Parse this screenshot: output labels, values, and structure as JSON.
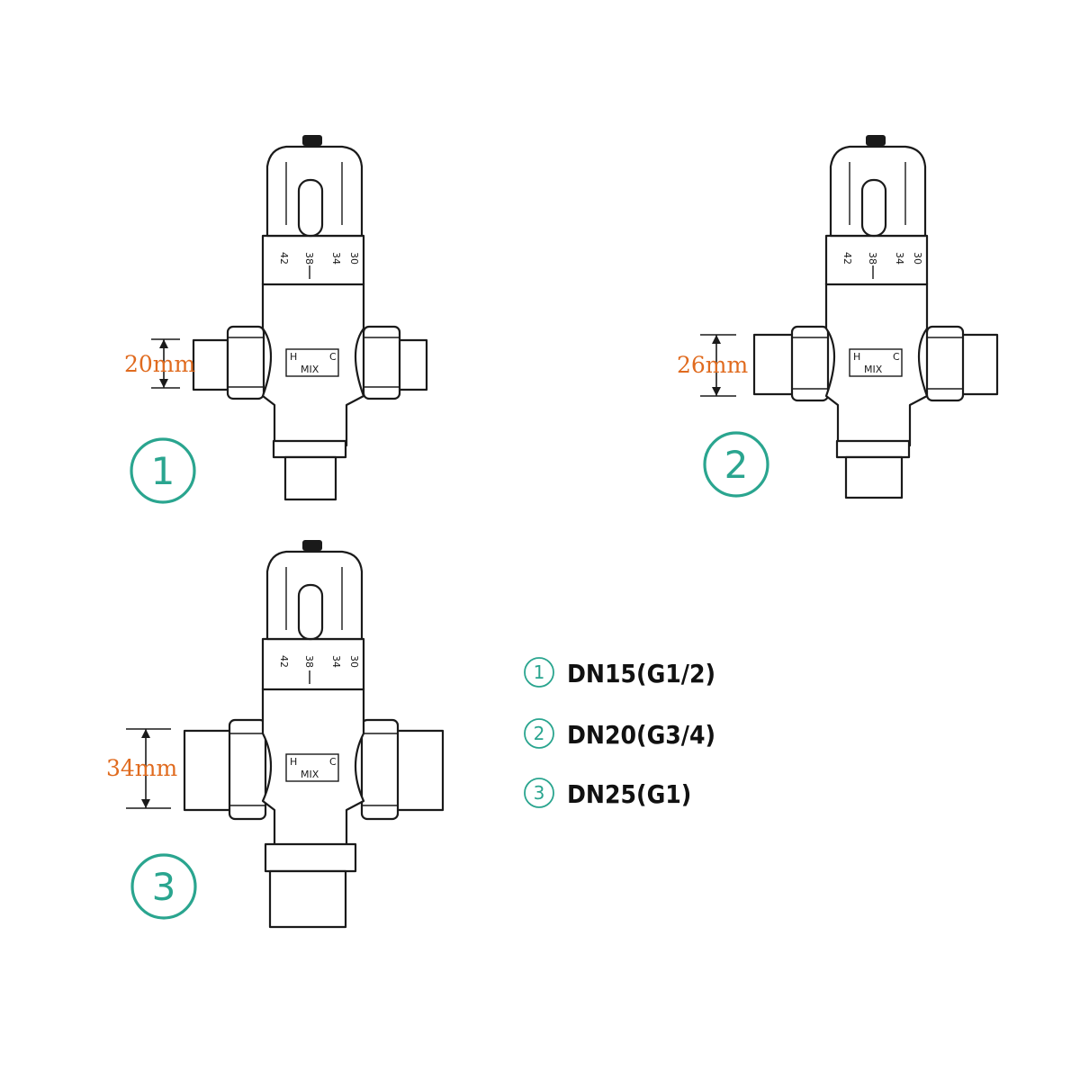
{
  "valves": [
    {
      "number": "1",
      "dimension": "20mm",
      "dial": [
        "42",
        "38",
        "34",
        "30"
      ],
      "labels": {
        "hot": "H",
        "cold": "C",
        "mix": "MIX"
      }
    },
    {
      "number": "2",
      "dimension": "26mm",
      "dial": [
        "42",
        "38",
        "34",
        "30"
      ],
      "labels": {
        "hot": "H",
        "cold": "C",
        "mix": "MIX"
      }
    },
    {
      "number": "3",
      "dimension": "34mm",
      "dial": [
        "42",
        "38",
        "34",
        "30"
      ],
      "labels": {
        "hot": "H",
        "cold": "C",
        "mix": "MIX"
      }
    }
  ],
  "legend": [
    {
      "number": "1",
      "text": "DN15(G1/2)"
    },
    {
      "number": "2",
      "text": "DN20(G3/4)"
    },
    {
      "number": "3",
      "text": "DN25(G1)"
    }
  ],
  "colors": {
    "accent": "#2aa58f",
    "dimension": "#e06b1f",
    "line": "#1a1a1a"
  }
}
